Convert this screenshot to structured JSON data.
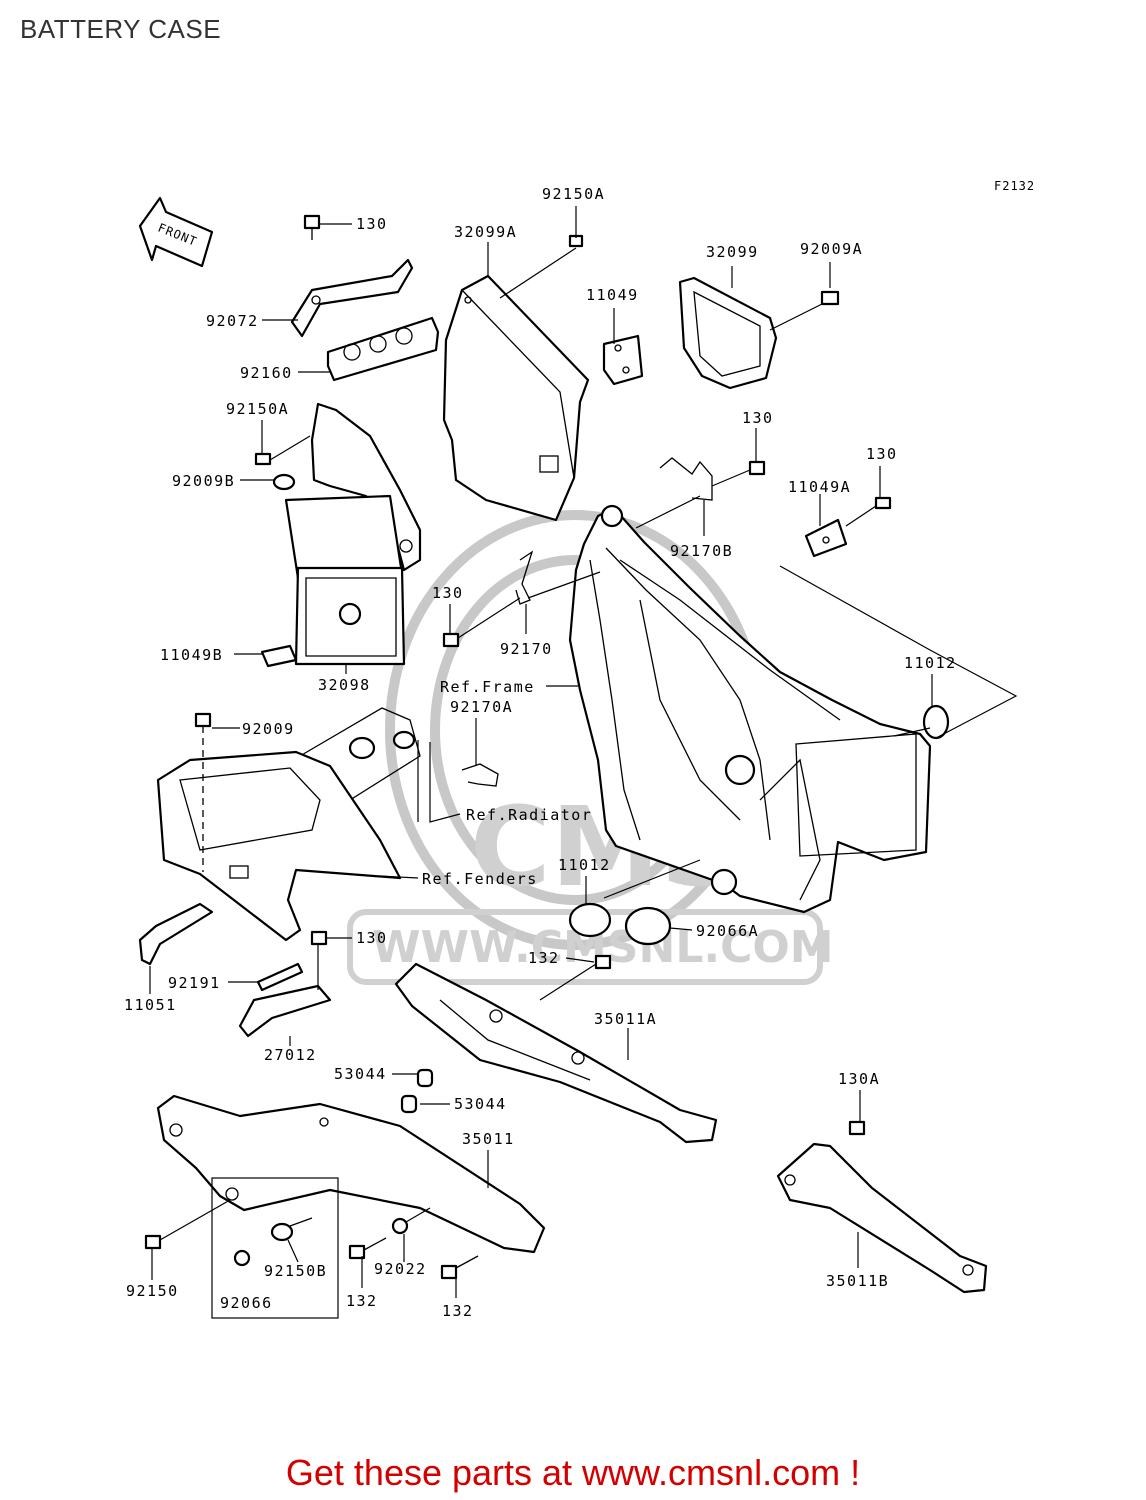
{
  "page": {
    "title": "BATTERY CASE"
  },
  "diagram": {
    "figure_code": "F2132",
    "front_label": "FRONT",
    "watermark": {
      "brand": "CMS",
      "site": "WWW.CMSNL.COM"
    },
    "references": {
      "frame": "Ref.Frame",
      "radiator": "Ref.Radiator",
      "fenders": "Ref.Fenders"
    },
    "part_labels": [
      "130",
      "92150A",
      "32099A",
      "32099",
      "92009A",
      "92072",
      "11049",
      "92160",
      "92150A",
      "92009B",
      "130",
      "130",
      "11049A",
      "92170B",
      "130",
      "92170",
      "11049B",
      "32098",
      "11012",
      "92170A",
      "92009",
      "11012",
      "92066A",
      "130",
      "132",
      "92191",
      "11051",
      "35011A",
      "27012",
      "53044",
      "53044",
      "130A",
      "35011",
      "92150B",
      "92022",
      "92150",
      "92066",
      "132",
      "132",
      "35011B"
    ]
  },
  "footer": {
    "text": "Get these parts at www.cmsnl.com !"
  }
}
